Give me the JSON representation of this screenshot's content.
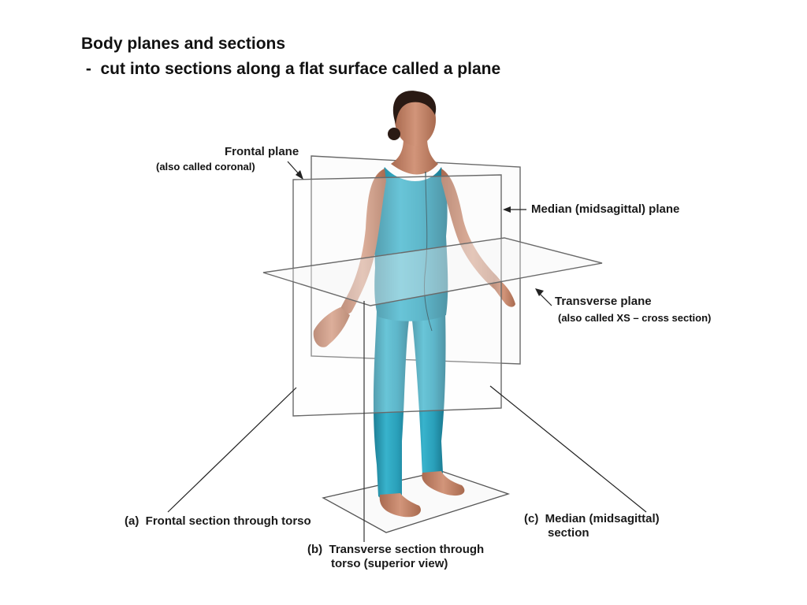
{
  "slide": {
    "title_line1": "Body planes and sections",
    "title_line2": " -  cut into sections along a flat surface called a plane"
  },
  "labels": {
    "frontal_plane": "Frontal plane",
    "frontal_note": "(also called coronal)",
    "median_plane": "Median (midsagittal) plane",
    "transverse_plane": "Transverse plane",
    "transverse_note": "(also called XS – cross section)",
    "section_a": "(a)  Frontal section through torso",
    "section_b_line1": "(b)  Transverse section through",
    "section_b_line2": "torso (superior view)",
    "section_c_line1": "(c)  Median (midsagittal)",
    "section_c_line2": "section"
  },
  "colors": {
    "bodysuit": "#2a9fb8",
    "skin": "#c8876a",
    "plane_line": "#6a6a6a",
    "leader_line": "#222222"
  }
}
